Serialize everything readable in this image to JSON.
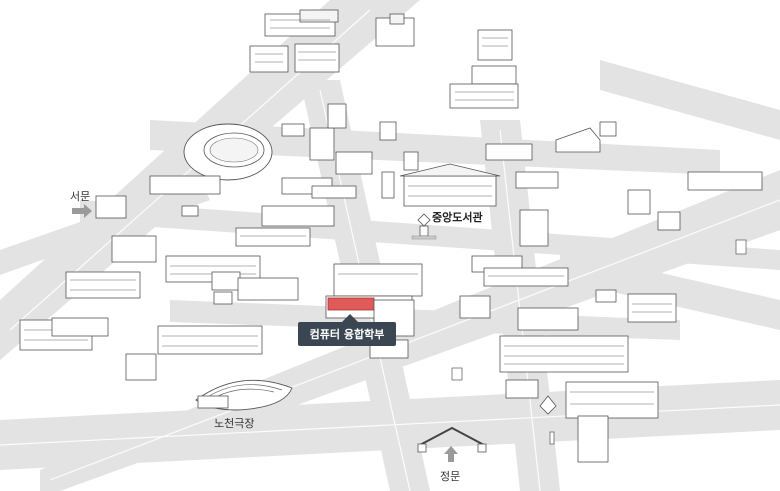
{
  "map": {
    "labels": {
      "west_gate": "서문",
      "central_library": "중앙도서관",
      "outdoor_theater": "노천극장",
      "main_gate": "정문"
    },
    "callout": {
      "text": "컴퓨터 융합학부",
      "bg_color": "#3a4652",
      "highlight_color": "#e05a5a"
    },
    "colors": {
      "road": "#e2e2e2",
      "building_stroke": "#555555"
    }
  }
}
